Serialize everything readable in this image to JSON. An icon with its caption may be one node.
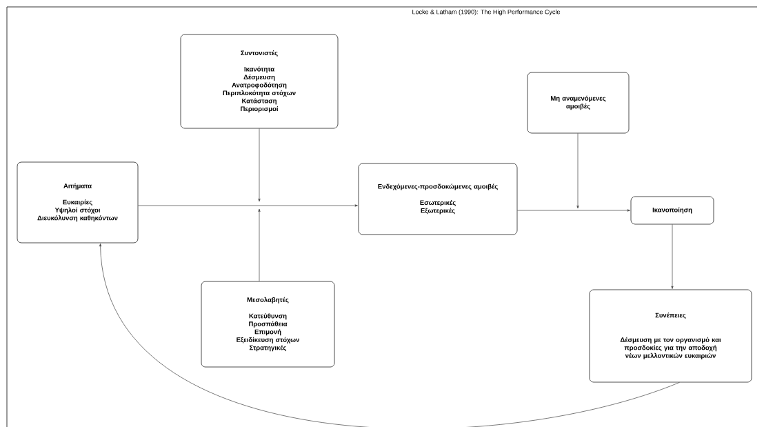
{
  "diagram": {
    "title": "Locke & Latham (1990): The High Performance Cycle",
    "nodes": [
      {
        "text": [
          "Αιτήματα",
          "Ευκαιρίες",
          "Υψηλοί στόχοι",
          "Διευκόλυνση καθηκόντων"
        ]
      },
      {
        "text": [
          "Συντονιστές",
          "Ικανότητα",
          "Δέσμευση",
          "Ανατροφοδότηση",
          "Περιπλοκότητα στόχων",
          "Κατάσταση",
          "Περιορισμοί"
        ]
      },
      {
        "text": [
          "Ενδεχόμενες-προσδοκώμενες αμοιβές",
          "Εσωτερικές",
          "Εξωτερικές"
        ]
      },
      {
        "text": [
          "Μεσολαβητές",
          "Κατεύθυνση",
          "Προσπάθεια",
          "Επιμονή",
          "Εξειδίκευση στόχων",
          "Στρατηγικές"
        ]
      },
      {
        "text": [
          "Μη αναμενόμενες αμοιβές"
        ]
      },
      {
        "text": [
          "Ικανοποίηση"
        ]
      },
      {
        "text": [
          "Συνέπειες",
          "Δέσμευση με τον οργανισμό και προσδοκίες για την αποδοχή νέων μελλοντικών ευκαιριών"
        ]
      }
    ],
    "edges": [
      {
        "from": 0,
        "to": 2,
        "arrow": "to"
      },
      {
        "from": 1,
        "to": null,
        "arrow": "to"
      },
      {
        "from": 3,
        "to": null,
        "arrow": "to"
      },
      {
        "from": 2,
        "to": 5,
        "arrow": "to"
      },
      {
        "from": 4,
        "to": null,
        "arrow": "to"
      },
      {
        "from": 5,
        "to": 6,
        "arrow": "to"
      },
      {
        "from": 6,
        "to": 0,
        "arrow": "to"
      }
    ]
  }
}
